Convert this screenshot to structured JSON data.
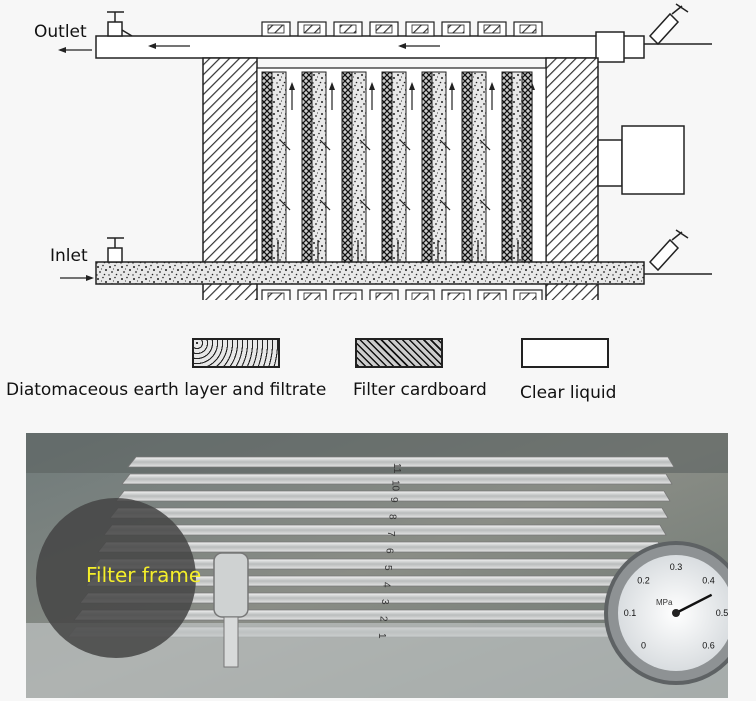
{
  "labels": {
    "outlet": "Outlet",
    "inlet": "Inlet"
  },
  "legend": [
    {
      "pattern": "speckle",
      "label": "Diatomaceous earth layer and filtrate"
    },
    {
      "pattern": "crosshatch",
      "label": "Filter cardboard"
    },
    {
      "pattern": "blank",
      "label": "Clear liquid"
    }
  ],
  "photo": {
    "callout": "Filter frame",
    "plate_numbers": [
      "1",
      "2",
      "3",
      "4",
      "5",
      "6",
      "7",
      "8",
      "9",
      "10",
      "11"
    ],
    "gauge": {
      "ticks": [
        "0",
        "0.1",
        "0.2",
        "0.3",
        "0.4",
        "0.5",
        "0.6"
      ],
      "unit": "MPa",
      "reading_mpa": 0.44
    }
  },
  "colors": {
    "hatch": "#333333",
    "callout_text": "#f4ee2a",
    "callout_bg": "#444444"
  }
}
